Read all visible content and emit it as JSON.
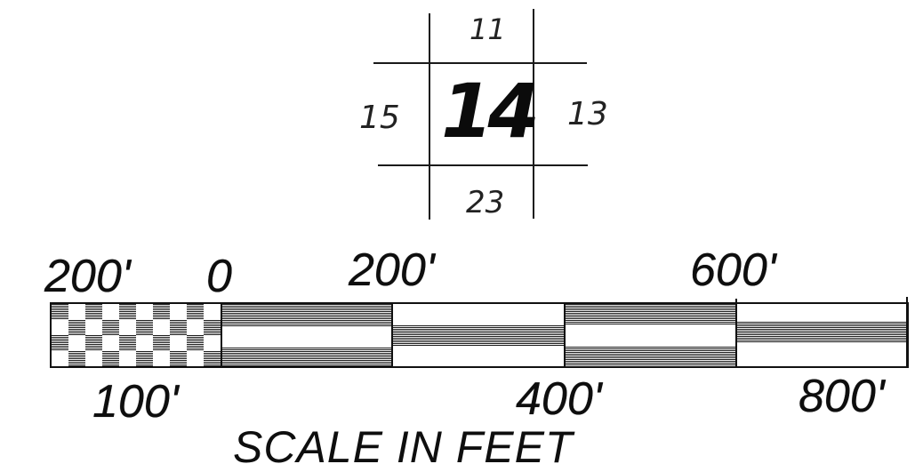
{
  "index_grid": {
    "center": "14",
    "top": "11",
    "left": "15",
    "right": "13",
    "bottom": "23"
  },
  "scale_bar": {
    "top_labels": [
      "200'",
      "0",
      "200'",
      "600'"
    ],
    "bottom_labels": [
      "100'",
      "400'",
      "800'"
    ],
    "caption": "SCALE IN FEET",
    "colors": {
      "ink": "#111111",
      "paper": "#ffffff"
    }
  }
}
